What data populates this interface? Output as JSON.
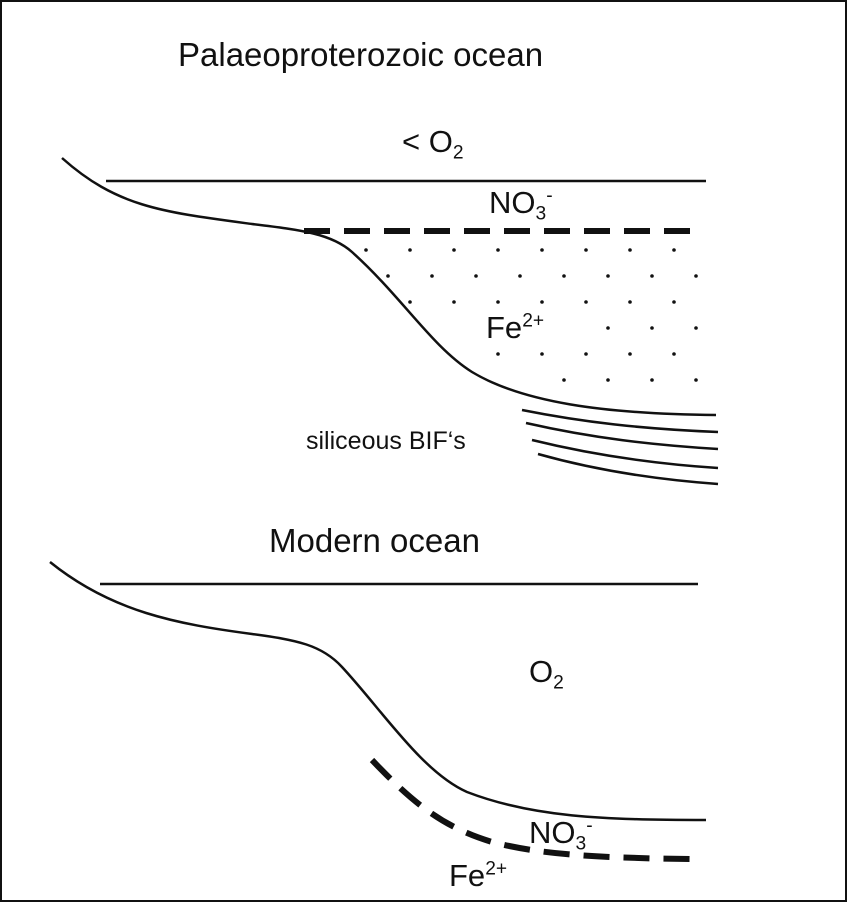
{
  "palaeo": {
    "title": "Palaeoproterozoic ocean",
    "o2_label": {
      "prefix": "< O",
      "sub": "2"
    },
    "nitrate_label": {
      "base": "NO",
      "sub": "3",
      "sup": "-"
    },
    "iron_label": {
      "base": "Fe",
      "sup": "2+"
    },
    "sediment_label": "siliceous BIF‘s"
  },
  "modern": {
    "title": "Modern ocean",
    "o2_label": {
      "base": "O",
      "sub": "2"
    },
    "nitrate_label": {
      "base": "NO",
      "sub": "3",
      "sup": "-"
    },
    "iron_label": {
      "base": "Fe",
      "sup": "2+"
    }
  }
}
